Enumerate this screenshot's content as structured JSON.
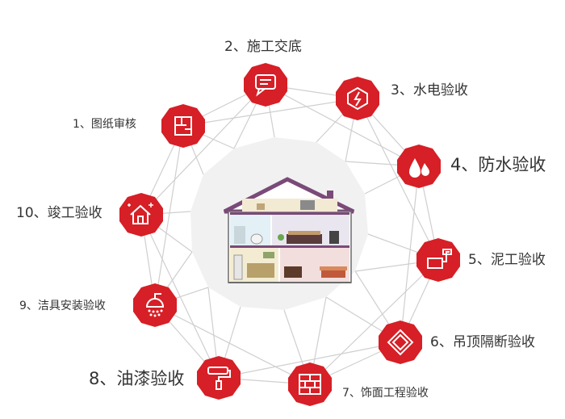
{
  "accent": "#d61f26",
  "line_color": "#cfcfcf",
  "center_color": "#f1f1f1",
  "steps": [
    {
      "label": "1、图纸审核",
      "icon": "blueprint-icon"
    },
    {
      "label": "2、施工交底",
      "icon": "speech-bubble-icon"
    },
    {
      "label": "3、水电验收",
      "icon": "lightning-icon"
    },
    {
      "label": "4、防水验收",
      "icon": "water-drops-icon"
    },
    {
      "label": "5、泥工验收",
      "icon": "trowel-icon"
    },
    {
      "label": "6、吊顶隔断验收",
      "icon": "ceiling-frame-icon"
    },
    {
      "label": "7、饰面工程验收",
      "icon": "brick-wall-icon"
    },
    {
      "label": "8、油漆验收",
      "icon": "paint-roller-icon"
    },
    {
      "label": "9、洁具安装验收",
      "icon": "shower-head-icon"
    },
    {
      "label": "10、竣工验收",
      "icon": "house-complete-icon"
    }
  ]
}
